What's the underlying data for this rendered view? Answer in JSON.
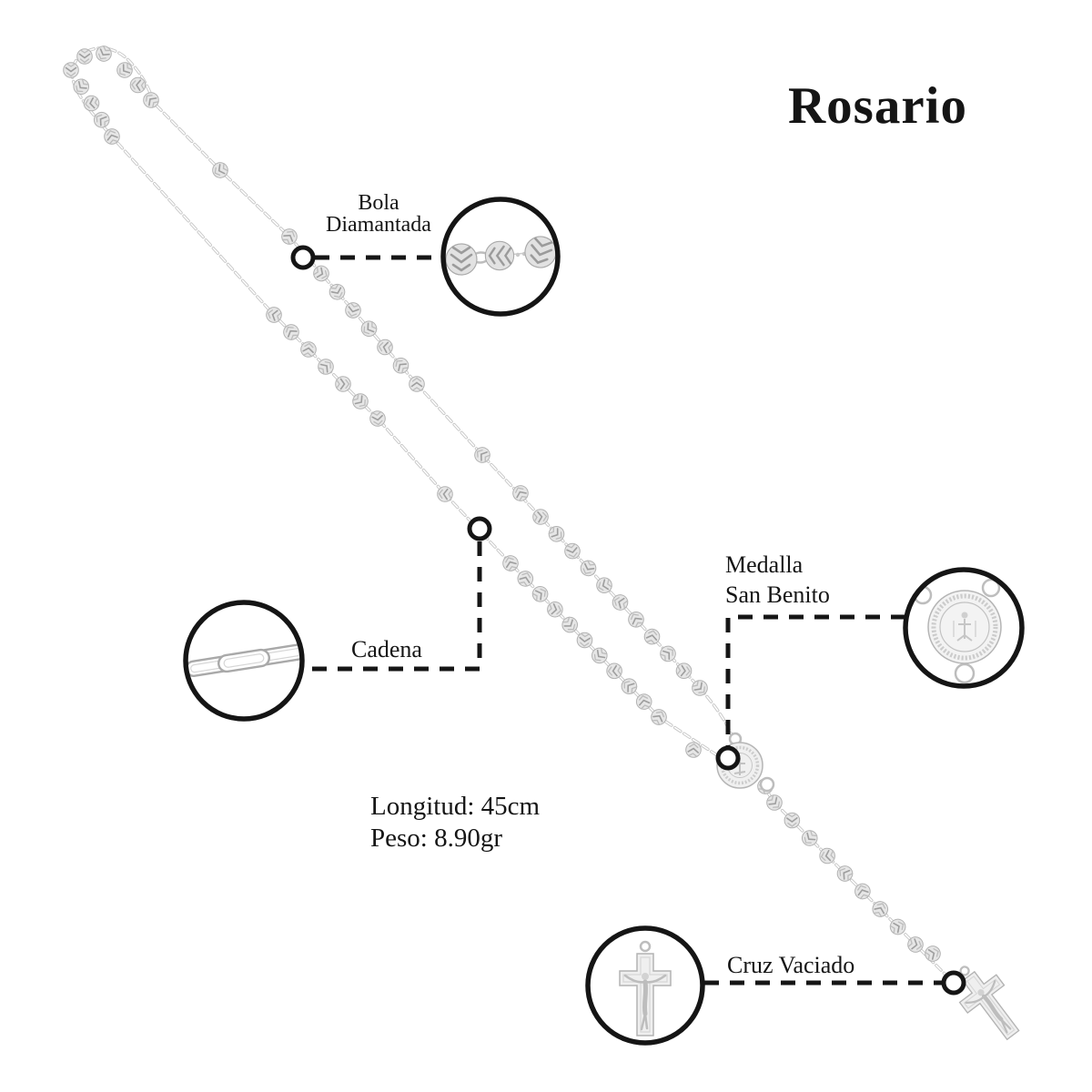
{
  "title": "Rosario",
  "specs": {
    "longitud": "Longitud: 45cm",
    "peso": "Peso: 8.90gr"
  },
  "callouts": {
    "bola": {
      "line1": "Bola",
      "line2": "Diamantada"
    },
    "cadena": {
      "label": "Cadena"
    },
    "medalla": {
      "line1": "Medalla",
      "line2": "San Benito"
    },
    "cruz": {
      "label": "Cruz Vaciado"
    }
  },
  "colors": {
    "background": "#ffffff",
    "annotation": "#151515",
    "metal_light": "#efefef",
    "metal_mid": "#c8c8c8",
    "metal_dark": "#9b9b9b"
  }
}
